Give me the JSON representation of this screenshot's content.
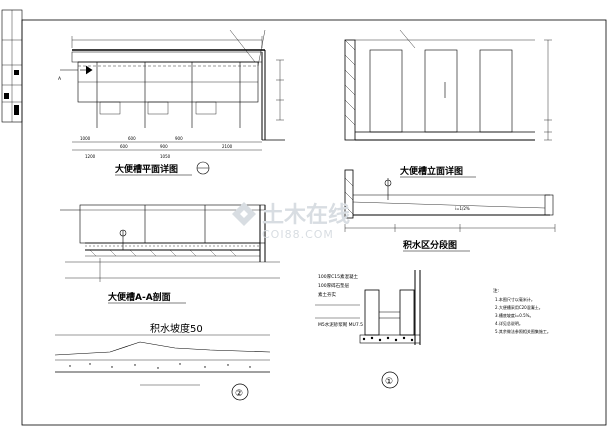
{
  "drawing": {
    "plan_title": "大便槽平面详图",
    "elevation_title": "大便槽立面详图",
    "section_title": "大便槽A-A剖面",
    "water_zone_title": "积水区分段图",
    "section_mark": "A",
    "detail_2_label": "积水坡度50",
    "detail_1_labels": [
      "100厚C15素混凝土",
      "100厚碎石垫层",
      "素土夯实",
      "M5水泥砂浆砌 MU7.5"
    ],
    "slope_label": "i=1/2%",
    "plan_dims": [
      "1000",
      "600",
      "900",
      "2100",
      "600",
      "900",
      "1200",
      "1050"
    ],
    "circle_numbers": [
      "①",
      "②"
    ],
    "notes_title": "注:",
    "notes": [
      "1.本图尺寸以毫米计。",
      "2.大便槽采用C20混凝土。",
      "3.槽底坡度i=0.5%。",
      "4.详见总说明。",
      "5.其余做法参照相关图集施工。"
    ],
    "watermark": {
      "cn": "土木在线",
      "en": "COI88.COM"
    }
  }
}
